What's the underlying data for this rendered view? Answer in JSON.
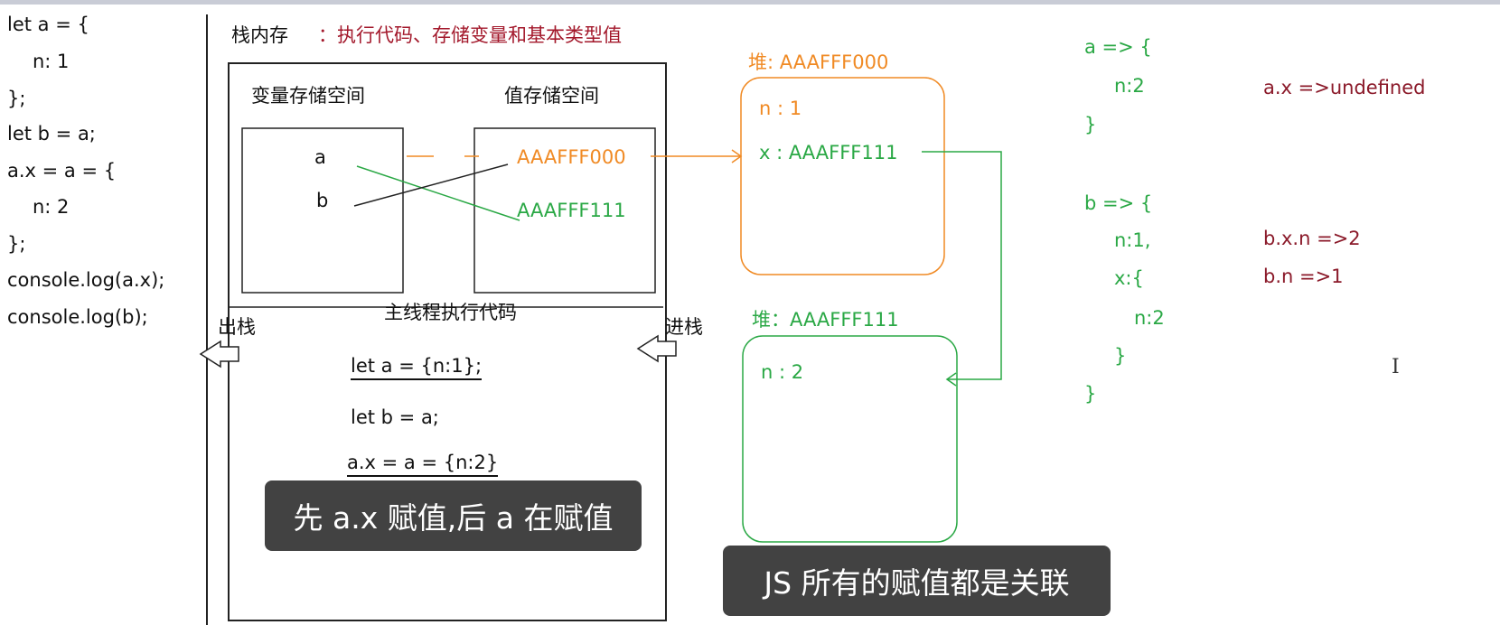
{
  "code_lines": [
    "let a = {",
    "n: 1",
    "};",
    "let b = a;",
    "a.x = a = {",
    "n: 2",
    "};",
    "console.log(a.x);",
    "console.log(b);"
  ],
  "stack": {
    "title": "栈内存",
    "subtitle": "：执行代码、存储变量和基本类型值",
    "var_space_label": "变量存储空间",
    "val_space_label": "值存储空间",
    "var_a": "a",
    "var_b": "b",
    "addr_orange": "AAAFFF000",
    "addr_green": "AAAFFF111",
    "main_thread_label": "主线程执行代码",
    "pop_label": "出栈",
    "push_label": "进栈",
    "exec_lines": [
      "let a = {n:1};",
      "let b = a;",
      "a.x = a = {n:2}"
    ]
  },
  "heap1": {
    "title": "堆: AAAFFF000",
    "line1": "n : 1",
    "line2": "x : AAAFFF111"
  },
  "heap2": {
    "title": "堆：AAAFFF111",
    "line1": "n : 2"
  },
  "notes": {
    "a": [
      "a => {",
      "n:2",
      "}"
    ],
    "a_result": "a.x =>undefined",
    "b": [
      "b => {",
      "n:1,",
      "x:{",
      "n:2",
      "}",
      "}"
    ],
    "b_result1": "b.x.n =>2",
    "b_result2": "b.n =>1",
    "cursor": "I"
  },
  "captions": {
    "left": "先 a.x 赋值,后 a 在赋值",
    "right": "JS 所有的赋值都是关联"
  },
  "colors": {
    "orange": "#f08a24",
    "green": "#2aa845",
    "dark_red": "#8b1a2a",
    "title_red": "#a3182b"
  }
}
